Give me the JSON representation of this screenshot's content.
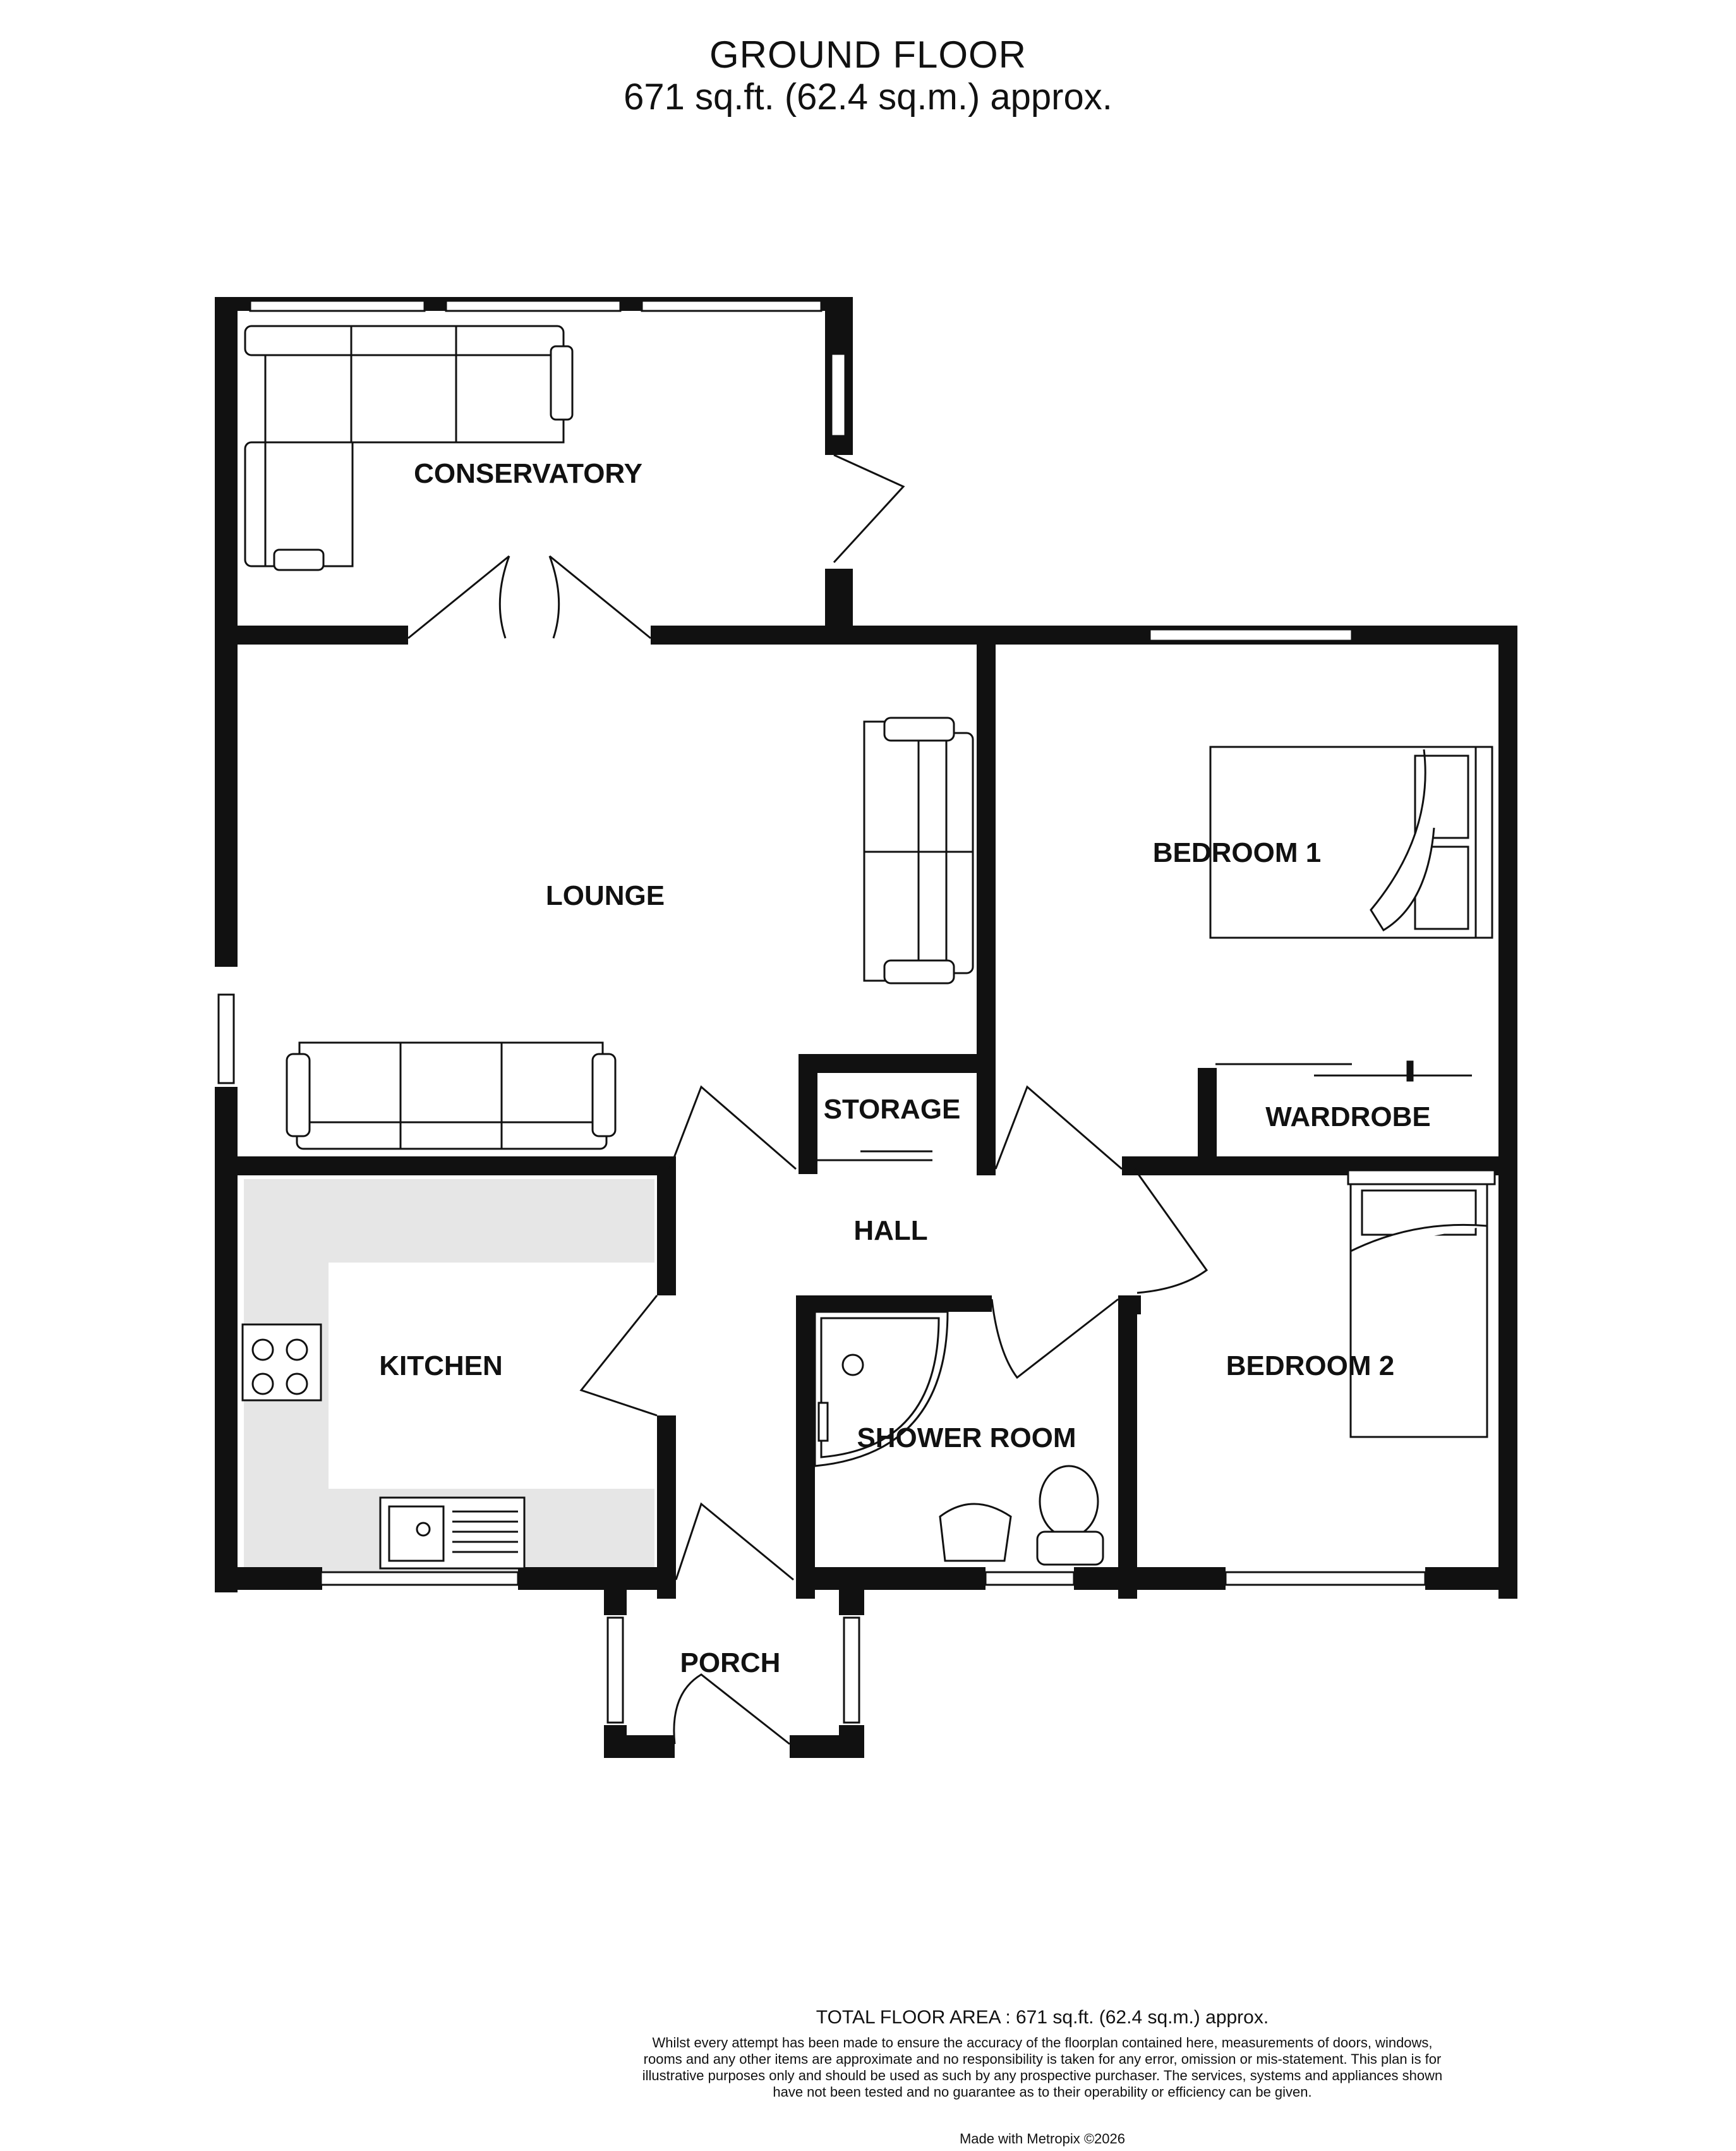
{
  "header": {
    "title": "GROUND FLOOR",
    "area": "671 sq.ft. (62.4 sq.m.) approx."
  },
  "rooms": {
    "conservatory": "CONSERVATORY",
    "lounge": "LOUNGE",
    "bedroom1": "BEDROOM 1",
    "storage": "STORAGE",
    "wardrobe": "WARDROBE",
    "hall": "HALL",
    "kitchen": "KITCHEN",
    "shower_room": "SHOWER ROOM",
    "bedroom2": "BEDROOM 2",
    "porch": "PORCH"
  },
  "footer": {
    "total": "TOTAL FLOOR AREA : 671 sq.ft. (62.4 sq.m.) approx.",
    "disclaimer": "Whilst every attempt has been made to ensure the accuracy of the floorplan contained here, measurements of doors, windows, rooms and any other items are approximate and no responsibility is taken for any error, omission or mis-statement. This plan is for illustrative purposes only and should be used as such by any prospective purchaser. The services, systems and appliances shown have not been tested and no guarantee as to their operability or efficiency can be given.",
    "credit": "Made with Metropix ©2026"
  },
  "colors": {
    "wall": "#111111",
    "kitchen_worktop": "#e6e6e6",
    "window": "#ffffff"
  }
}
